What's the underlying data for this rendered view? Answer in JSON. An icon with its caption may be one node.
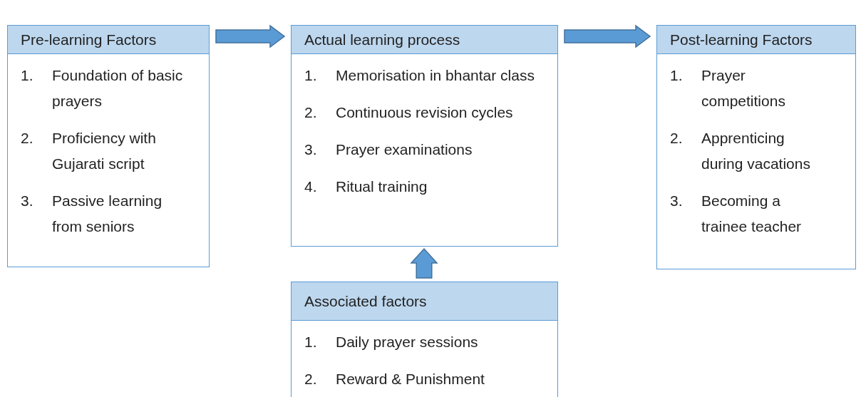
{
  "diagram": {
    "nodes": [
      {
        "text": [
          "Pre-learning Factors",
          "1. Foundation of basic prayers",
          "2. Proficiency with Gujarati script",
          "3. Passive learning from seniors"
        ]
      },
      {
        "text": [
          "Actual learning process",
          "1. Memorisation in bhantar class",
          "2. Continuous revision cycles",
          "3. Prayer examinations",
          "4. Ritual training"
        ]
      },
      {
        "text": [
          "Post-learning Factors",
          "1. Prayer competitions",
          "2. Apprenticing during vacations",
          "3. Becoming a trainee teacher"
        ]
      },
      {
        "text": [
          "Associated factors",
          "1. Daily prayer sessions",
          "2. Reward & Punishment"
        ]
      }
    ],
    "edges": [
      {
        "from": 0,
        "to": 1,
        "arrow": "to"
      },
      {
        "from": 1,
        "to": 2,
        "arrow": "to"
      },
      {
        "from": 3,
        "to": 1,
        "arrow": "to"
      }
    ]
  }
}
